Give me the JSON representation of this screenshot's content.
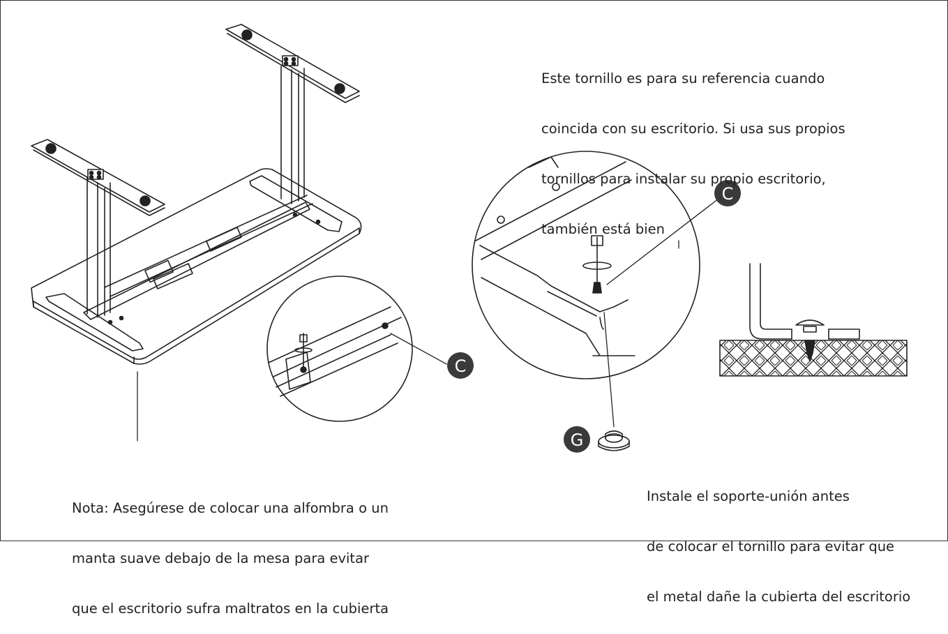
{
  "notes": {
    "top": [
      "Este tornillo es para su referencia cuando",
      "coincida con su escritorio. Si usa sus propios",
      "tornillos para instalar su propio escritorio,",
      "también está bien"
    ],
    "bottom": [
      "Nota: Asegúrese de colocar una alfombra o un",
      "manta suave debajo de la mesa para evitar",
      "que el escritorio sufra maltratos en la cubierta"
    ],
    "right": [
      "Instale el soporte-unión antes",
      "de colocar el tornillo para evitar que",
      "el metal dañe la cubierta del escritorio"
    ]
  },
  "labels": {
    "c_small": "C",
    "c_large": "C",
    "g": "G"
  },
  "colors": {
    "line": "#222222",
    "badge": "#3a3a3a"
  }
}
